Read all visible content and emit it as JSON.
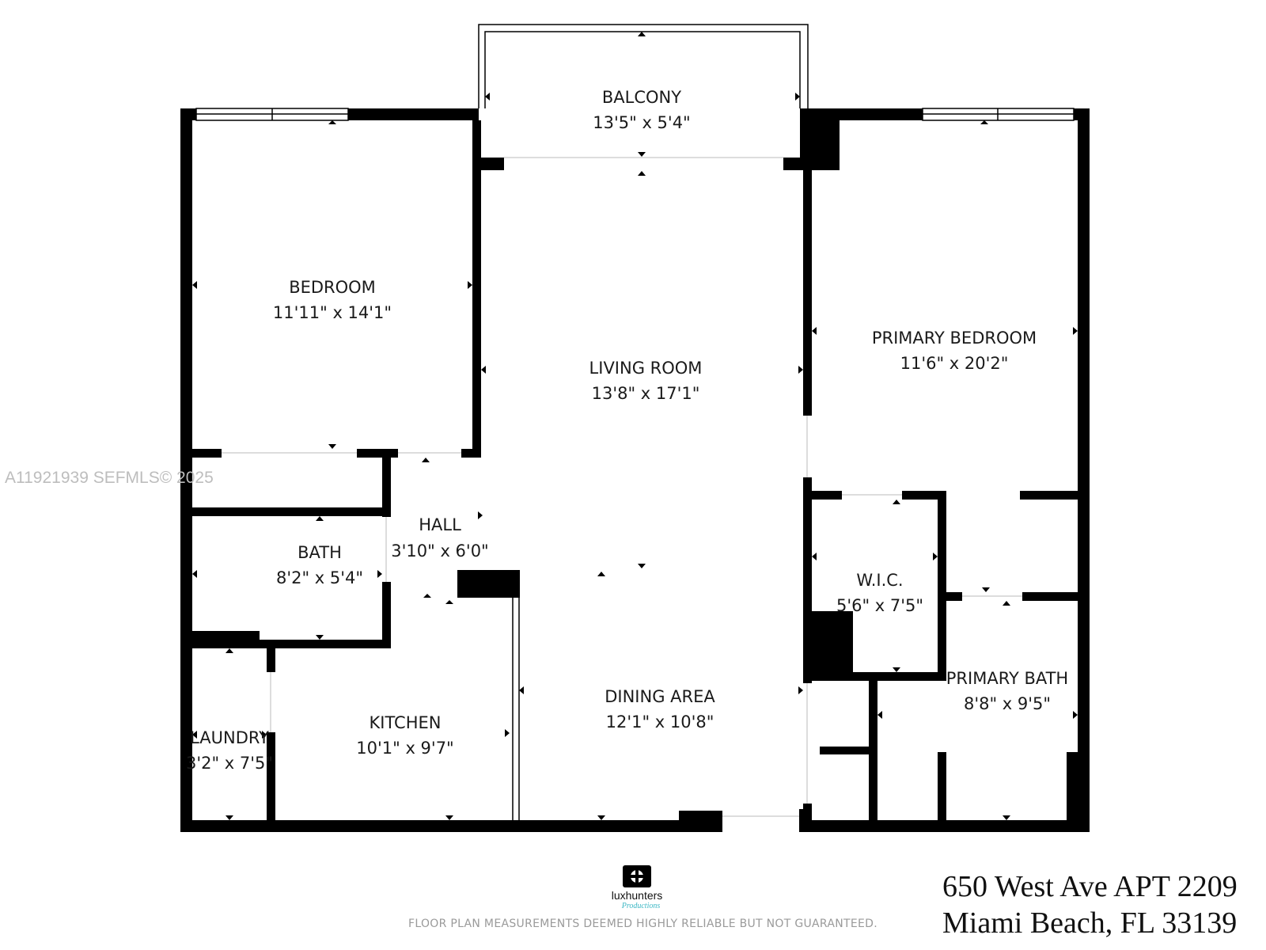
{
  "rooms": {
    "balcony": {
      "name": "BALCONY",
      "dim": "13'5\" x 5'4\""
    },
    "bedroom": {
      "name": "BEDROOM",
      "dim": "11'11\" x 14'1\""
    },
    "living_room": {
      "name": "LIVING ROOM",
      "dim": "13'8\" x 17'1\""
    },
    "primary_bedroom": {
      "name": "PRIMARY BEDROOM",
      "dim": "11'6\" x 20'2\""
    },
    "hall": {
      "name": "HALL",
      "dim": "3'10\" x 6'0\""
    },
    "bath": {
      "name": "BATH",
      "dim": "8'2\" x 5'4\""
    },
    "wic": {
      "name": "W.I.C.",
      "dim": "5'6\" x 7'5\""
    },
    "primary_bath": {
      "name": "PRIMARY BATH",
      "dim": "8'8\" x 9'5\""
    },
    "dining_area": {
      "name": "DINING AREA",
      "dim": "12'1\" x 10'8\""
    },
    "kitchen": {
      "name": "KITCHEN",
      "dim": "10'1\" x 9'7\""
    },
    "laundry": {
      "name": "LAUNDRY",
      "dim": "3'2\" x 7'5\""
    }
  },
  "watermark": "A11921939  SEFMLS© 2025",
  "logo": {
    "name": "luxhunters",
    "tagline": "Productions"
  },
  "disclaimer": "FLOOR PLAN MEASUREMENTS DEEMED HIGHLY RELIABLE BUT NOT GUARANTEED.",
  "address": {
    "line1": "650 West Ave APT 2209",
    "line2": "Miami Beach, FL 33139"
  },
  "colors": {
    "wall": "#000000",
    "background": "#ffffff",
    "logo_accent": "#3bb7c4"
  }
}
